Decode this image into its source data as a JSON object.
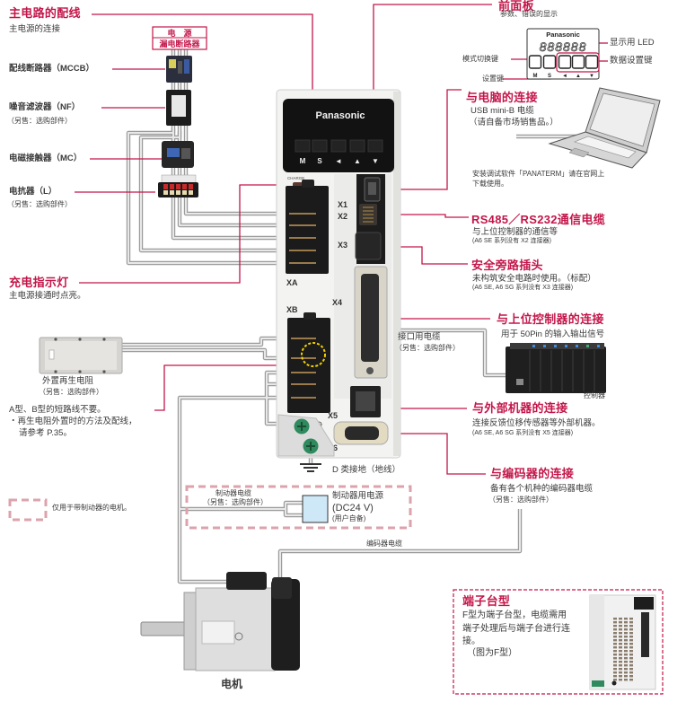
{
  "main_circuit": {
    "title": "主电路的配线",
    "subtitle": "主电源的连接"
  },
  "power_source": {
    "line1": "电　源",
    "line2": "漏电断路器"
  },
  "mccb": {
    "label": "配线断路器（MCCB）"
  },
  "noise_filter": {
    "label": "噪音滤波器（NF）",
    "note": "（另售：选购部件）"
  },
  "contactor": {
    "label": "电磁接触器（MC）"
  },
  "reactor": {
    "label": "电抗器（L）",
    "note": "（另售：选购部件）"
  },
  "charge_lamp": {
    "title": "充电指示灯",
    "subtitle": "主电源接通时点亮。"
  },
  "regen_resistor": {
    "label": "外置再生电阻",
    "note": "（另售：选购部件）",
    "remarks": [
      "A型、B型的短路线不要。",
      "・再生电阻外置时的方法及配线，",
      "请参考 P.35。"
    ]
  },
  "legend": {
    "text": "仅用于带制动器的电机。"
  },
  "brake": {
    "cable_label": "制动器电缆",
    "cable_note": "（另售：选购部件）",
    "power_label": "制动器用电源",
    "power_voltage": "(DC24 V)",
    "power_note": "(用户自备)"
  },
  "encoder_cable": {
    "label": "编码器电缆"
  },
  "motor": {
    "label": "电机"
  },
  "ground": {
    "label": "D 类接地（地线）"
  },
  "drive": {
    "brand": "Panasonic",
    "buttons": [
      "M",
      "S",
      "◄",
      "▲",
      "▼"
    ],
    "charge_label": "CHARGE",
    "ports": {
      "x1": "X1",
      "x2": "X2",
      "x3": "X3",
      "x4": "X4",
      "x5": "X5",
      "x6": "X6",
      "xa": "XA",
      "xb": "XB"
    },
    "ground_mark": "⊕"
  },
  "front_panel": {
    "title": "前面板",
    "subtitle": "参数、错误的显示",
    "brand": "Panasonic",
    "led_digits": "888888",
    "led_label": "显示用 LED",
    "mode_key": "模式切换键",
    "set_key": "设置键",
    "data_keys": "数据设置键",
    "key_labels": [
      "M",
      "S",
      "◄",
      "▲",
      "▼"
    ]
  },
  "pc_connection": {
    "title": "与电脑的连接",
    "line1": "USB mini-B 电缆",
    "line2": "（请自备市场销售品。）",
    "software1": "安装调试软件「PANATERM」请在官网上",
    "software2": "下载使用。"
  },
  "rs485": {
    "title": "RS485／RS232通信电缆",
    "line1": "与上位控制器的通信等",
    "note": "(A6 SE 系列没有 X2 连接器)"
  },
  "safety_bypass": {
    "title": "安全旁路插头",
    "line1": "未构筑安全电路时使用。（标配）",
    "note": "(A6 SE, A6 SG 系列没有 X3 连接器)"
  },
  "host_controller": {
    "title": "与上位控制器的连接",
    "line1": "用于 50Pin 的输入输出信号",
    "cable_label": "接口用电缆",
    "cable_note": "（另售：选购部件）",
    "controller_label": "控制器"
  },
  "external_device": {
    "title": "与外部机器的连接",
    "line1": "连接反馈位移传感器等外部机器。",
    "note": "(A6 SE, A6 SG 系列没有 X5 连接器)"
  },
  "encoder_connection": {
    "title": "与编码器的连接",
    "line1": "备有各个机种的编码器电缆",
    "note": "（另售：选购部件）"
  },
  "terminal_block": {
    "title": "端子台型",
    "lines": [
      "F型为端子台型，电缆需用",
      "端子处理后与端子台进行连",
      "接。"
    ],
    "caption": "（图为F型）"
  },
  "colors": {
    "accent": "#c3164a",
    "text": "#3a3a3a",
    "wire": "#9c9c9c",
    "brake_box": "#dca3ad",
    "brake_power_fill": "#cfe8f8"
  }
}
